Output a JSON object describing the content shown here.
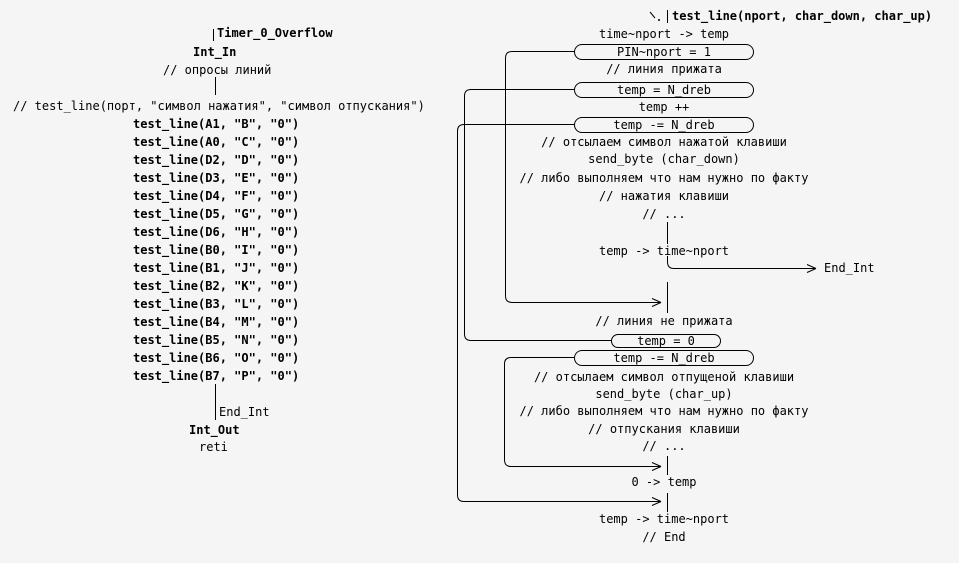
{
  "colors": {
    "background": "#f5f5f5",
    "line": "#000000",
    "text": "#000000"
  },
  "left": {
    "title": "Timer_0_Overflow",
    "int_in": "Int_In",
    "poll_comment": "// опросы линий",
    "proto_comment": "// test_line(порт, \"символ нажатия\", \"символ отпускания\")",
    "calls": [
      "test_line(A1, \"B\", \"0\")",
      "test_line(A0, \"C\", \"0\")",
      "test_line(D2, \"D\", \"0\")",
      "test_line(D3, \"E\", \"0\")",
      "test_line(D4, \"F\", \"0\")",
      "test_line(D5, \"G\", \"0\")",
      "test_line(D6, \"H\", \"0\")",
      "test_line(B0, \"I\", \"0\")",
      "test_line(B1, \"J\", \"0\")",
      "test_line(B2, \"K\", \"0\")",
      "test_line(B3, \"L\", \"0\")",
      "test_line(B4, \"M\", \"0\")",
      "test_line(B5, \"N\", \"0\")",
      "test_line(B6, \"O\", \"0\")",
      "test_line(B7, \"P\", \"0\")"
    ],
    "end_int": "End_Int",
    "int_out": "Int_Out",
    "reti": "reti"
  },
  "right": {
    "title": "test_line(nport, char_down, char_up)",
    "read_time": "time~nport -> temp",
    "box_pin": "PIN~nport = 1",
    "c_pressed": "// линия прижата",
    "box_set": "temp = N_dreb",
    "inc": "temp ++",
    "box_sub1": "temp -= N_dreb",
    "c_send_down": "// отсылаем символ нажатой клавиши",
    "send_down": "send_byte (char_down)",
    "c_either1": "// либо выполняем что нам нужно по факту",
    "c_press": "// нажатия клавиши",
    "c_dots1": "// ...",
    "save_time1": "temp -> time~nport",
    "end_int": "End_Int",
    "c_not_pressed": "// линия не прижата",
    "box_zero": "temp = 0",
    "box_sub2": "temp -= N_dreb",
    "c_send_up": "// отсылаем символ отпущеной клавиши",
    "send_up": "send_byte (char_up)",
    "c_either2": "// либо выполняем что нам нужно по факту",
    "c_release": "// отпускания клавиши",
    "c_dots2": "// ...",
    "zero_temp": "0 -> temp",
    "save_time2": "temp -> time~nport",
    "c_end": "// End"
  }
}
